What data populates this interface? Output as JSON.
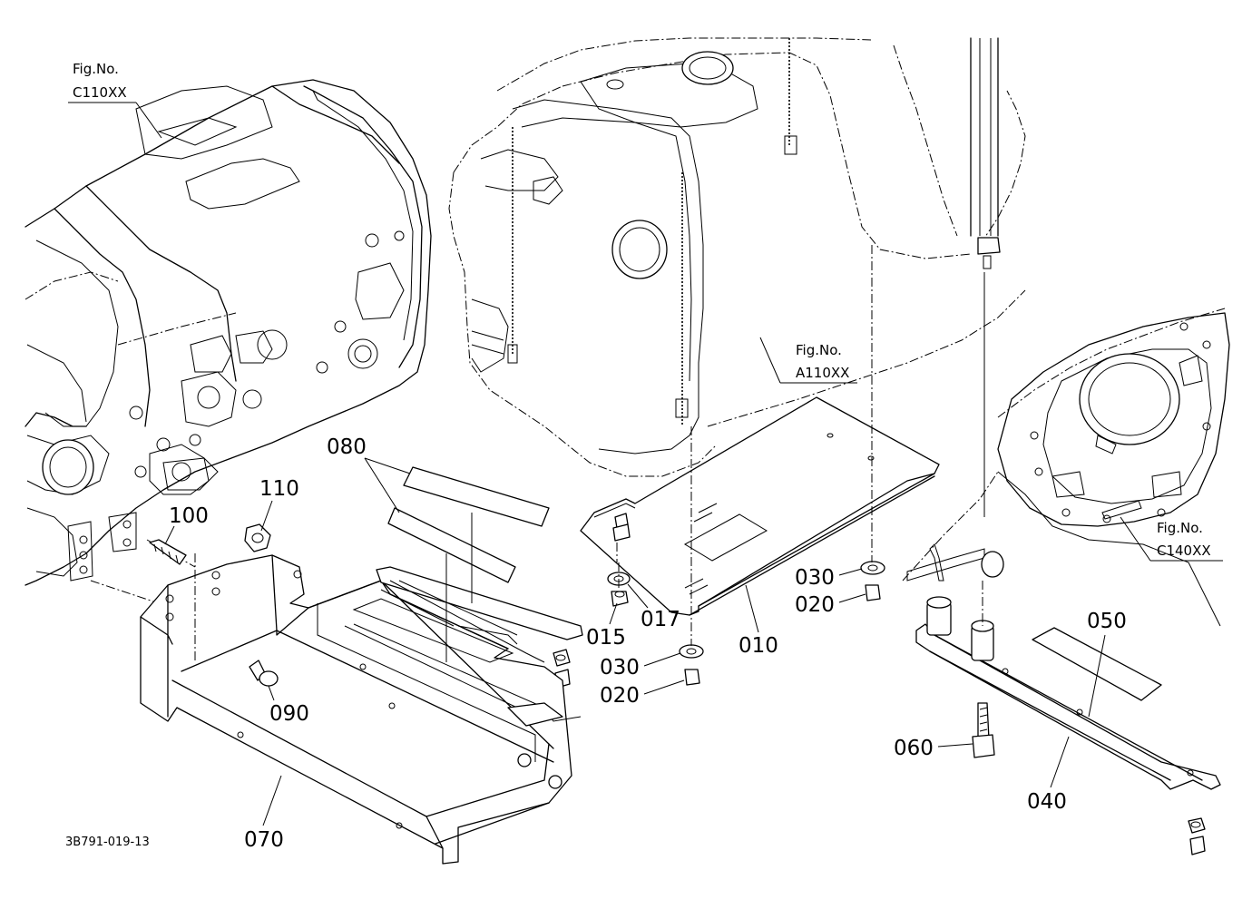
{
  "figure_refs": [
    {
      "line1": "Fig.No.",
      "line2": "C110XX"
    },
    {
      "line1": "Fig.No.",
      "line2": "A110XX"
    },
    {
      "line1": "Fig.No.",
      "line2": "C140XX"
    }
  ],
  "callouts": {
    "p010": "010",
    "p015": "015",
    "p017": "017",
    "p020a": "020",
    "p020b": "020",
    "p030a": "030",
    "p030b": "030",
    "p040": "040",
    "p050": "050",
    "p060": "060",
    "p070": "070",
    "p080": "080",
    "p090": "090",
    "p100": "100",
    "p110": "110"
  },
  "drawing_code": "3B791-019-13"
}
